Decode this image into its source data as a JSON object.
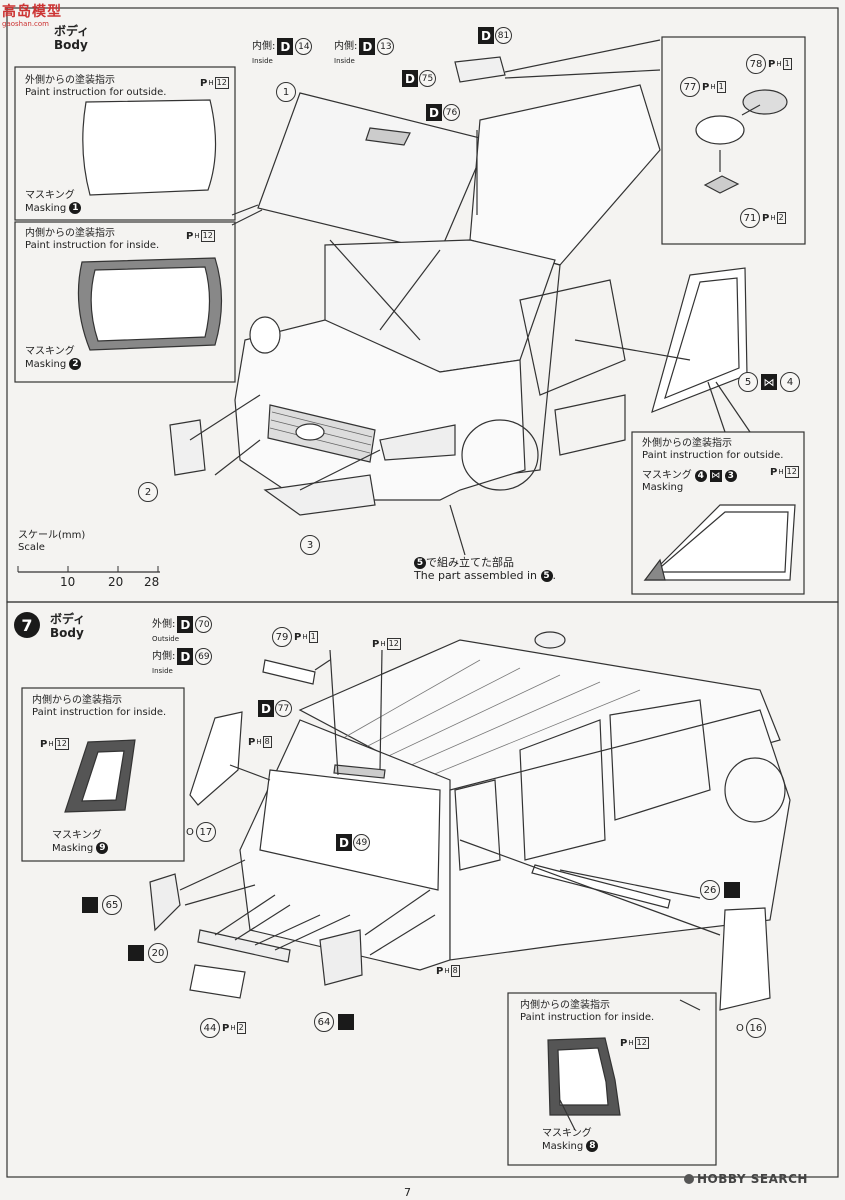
{
  "watermark_top": {
    "logo_text": "高岛模型",
    "url": "gaoshan.com"
  },
  "section6": {
    "label_ja": "ボディ",
    "label_en": "Body",
    "badges": [
      {
        "side_ja": "内側:",
        "side_en": "Inside",
        "part": "14"
      },
      {
        "side_ja": "内側:",
        "side_en": "Inside",
        "part": "13"
      }
    ],
    "roof_part_d": "81",
    "part_d75": "75",
    "part_d76": "76",
    "box_outside": {
      "title_ja": "外側からの塗装指示",
      "title_en": "Paint instruction for outside.",
      "ph": "12",
      "mask_ja": "マスキング",
      "mask_en": "Masking",
      "mask_num": "1"
    },
    "box_inside": {
      "title_ja": "内側からの塗装指示",
      "title_en": "Paint instruction for inside.",
      "ph": "12",
      "mask_ja": "マスキング",
      "mask_en": "Masking",
      "mask_num": "2"
    },
    "inset_parts": [
      {
        "num": "78",
        "ph": "1"
      },
      {
        "num": "77",
        "ph": "1"
      },
      {
        "num": "71",
        "ph": "2"
      }
    ],
    "side_window": {
      "a": "5",
      "b": "4"
    },
    "box_side": {
      "title_ja": "外側からの塗装指示",
      "title_en": "Paint instruction for outside.",
      "mask_ja": "マスキング",
      "mask_en": "Masking",
      "num_a": "4",
      "num_b": "3",
      "ph": "12"
    },
    "callouts": [
      "1",
      "2",
      "3"
    ],
    "assembled_ja": "で組み立てた部品",
    "assembled_en": "The part assembled in",
    "assembled_num": "5",
    "scale": {
      "label_ja": "スケール(mm)",
      "label_en": "Scale",
      "ticks": [
        "10",
        "20",
        "28"
      ]
    }
  },
  "section7": {
    "num": "7",
    "label_ja": "ボディ",
    "label_en": "Body",
    "outside_ja": "外側:",
    "outside_en": "Outside",
    "outside_part": "70",
    "inside_ja": "内側:",
    "inside_en": "Inside",
    "inside_part": "69",
    "part79": {
      "num": "79",
      "ph": "1"
    },
    "part_d77": "77",
    "ph12": "12",
    "ph8a": "8",
    "ph8b": "8",
    "part_d49": "49",
    "box_inside_left": {
      "title_ja": "内側からの塗装指示",
      "title_en": "Paint instruction for inside.",
      "ph": "12",
      "mask_ja": "マスキング",
      "mask_en": "Masking",
      "mask_num": "9"
    },
    "part17": "17",
    "part65": "65",
    "part20": "20",
    "part44": {
      "num": "44",
      "ph": "2"
    },
    "part64": "64",
    "part26": "26",
    "part16": "16",
    "box_inside_right": {
      "title_ja": "内側からの塗装指示",
      "title_en": "Paint instruction for inside.",
      "ph": "12",
      "mask_ja": "マスキング",
      "mask_en": "Masking",
      "mask_num": "8"
    }
  },
  "footer": {
    "page": "7",
    "brand": "HOBBY SEARCH"
  }
}
